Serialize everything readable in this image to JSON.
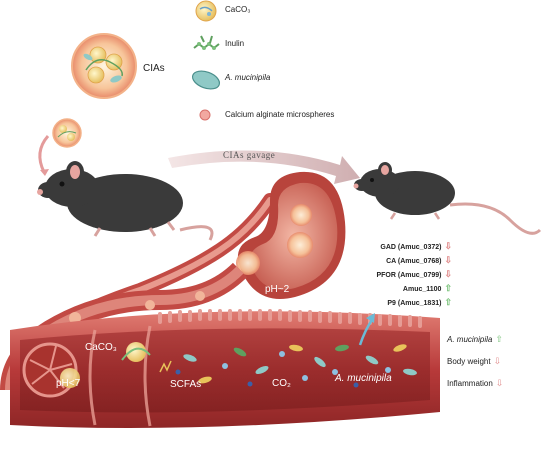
{
  "legend": {
    "items": [
      {
        "label": "CaCO₃",
        "italic": false,
        "icon": "caco3-particle-icon"
      },
      {
        "label": "Inulin",
        "italic": false,
        "icon": "inulin-chain-icon"
      },
      {
        "label": "A. mucinipila",
        "italic": true,
        "icon": "bacterium-icon"
      },
      {
        "label": "Calcium alginate microspheres",
        "italic": false,
        "icon": "microsphere-icon"
      }
    ]
  },
  "cias_label": "CIAs",
  "gavage_label": "CIAs   gavage",
  "stomach_label": "pH~2",
  "genes": [
    {
      "label": "GAD (Amuc_0372)",
      "direction": "down",
      "symbol": "⇩"
    },
    {
      "label": "CA (Amuc_0768)",
      "direction": "down",
      "symbol": "⇩"
    },
    {
      "label": "PFOR (Amuc_0799)",
      "direction": "down",
      "symbol": "⇩"
    },
    {
      "label": "Amuc_1100",
      "direction": "up",
      "symbol": "⇧"
    },
    {
      "label": "P9 (Amuc_1831)",
      "direction": "up",
      "symbol": "⇧"
    }
  ],
  "outcomes": [
    {
      "label": "A. mucinipila",
      "italic": true,
      "direction": "up",
      "symbol": "⇧"
    },
    {
      "label": "Body weight",
      "italic": false,
      "direction": "down",
      "symbol": "⇩"
    },
    {
      "label": "Inflammation",
      "italic": false,
      "direction": "down",
      "symbol": "⇩"
    }
  ],
  "gut_labels": {
    "caco3": "CaCO₃",
    "ph": "pH<7",
    "scfas": "SCFAs",
    "co2": "CO₂",
    "akk": "A. mucinipila"
  },
  "colors": {
    "up_arrow": "#7ac27a",
    "down_arrow": "#e08a8a",
    "gut": "#c44a4a",
    "mouse": "#3a3a3a",
    "gavage_arrow": "#d8b8b8"
  }
}
